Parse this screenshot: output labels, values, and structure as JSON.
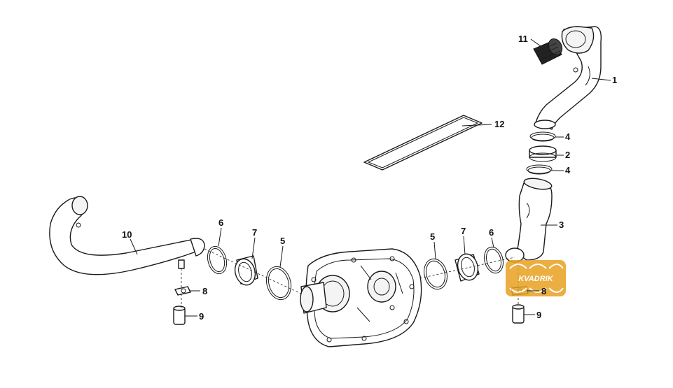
{
  "callouts": {
    "c1": "1",
    "c2": "2",
    "c3": "3",
    "c4a": "4",
    "c4b": "4",
    "c5a": "5",
    "c5b": "5",
    "c6a": "6",
    "c6b": "6",
    "c7a": "7",
    "c7b": "7",
    "c8a": "8",
    "c8b": "8",
    "c9a": "9",
    "c9b": "9",
    "c10": "10",
    "c11": "11",
    "c12": "12"
  },
  "watermark": {
    "text": "KVADRIK",
    "color": "#e8a020"
  }
}
